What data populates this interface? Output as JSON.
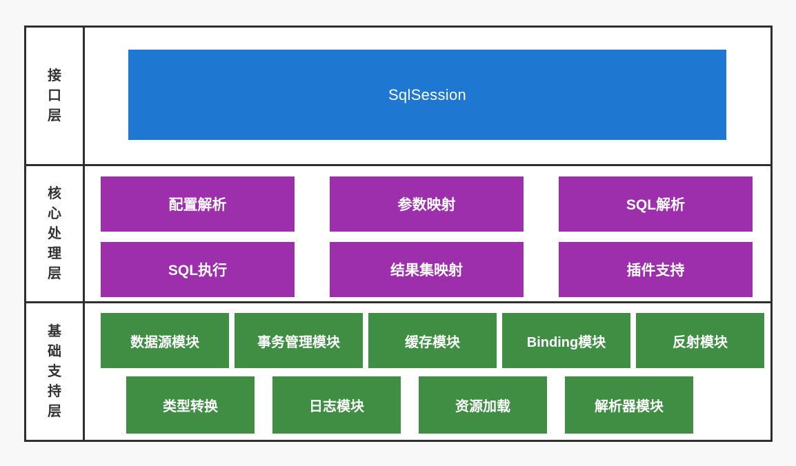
{
  "colors": {
    "interface_box": "#1e78d2",
    "core_box": "#9e2fac",
    "base_box": "#3f8e44",
    "box_text": "#ffffff",
    "layer_label_text": "#333333",
    "grid_border": "#2e2e2e",
    "canvas_background": "#f8f8f9",
    "panel_background": "#ffffff"
  },
  "diagram": {
    "layers": [
      {
        "label": "接口层",
        "boxes": [
          "SqlSession"
        ]
      },
      {
        "label": "核心处理层",
        "row1": [
          "配置解析",
          "参数映射",
          "SQL解析"
        ],
        "row2": [
          "SQL执行",
          "结果集映射",
          "插件支持"
        ]
      },
      {
        "label": "基础支持层",
        "row1": [
          "数据源模块",
          "事务管理模块",
          "缓存模块",
          "Binding模块",
          "反射模块"
        ],
        "row2": [
          "类型转换",
          "日志模块",
          "资源加载",
          "解析器模块"
        ]
      }
    ]
  }
}
